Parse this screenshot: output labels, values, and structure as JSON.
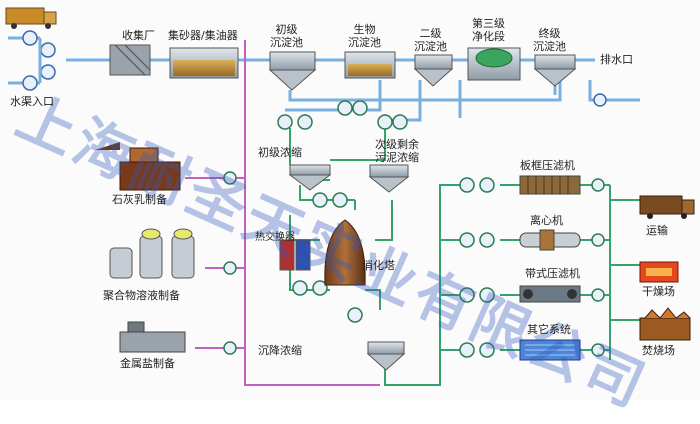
{
  "labels": {
    "water_inlet": "水渠入口",
    "collection_plant": "收集厂",
    "grit_oil": "集砂器/集油器",
    "primary_clarifier": "初级\n沉淀池",
    "bio_clarifier": "生物\n沉淀池",
    "secondary_clarifier": "二级\n沉淀池",
    "tertiary": "第三级\n净化段",
    "final_clarifier": "终级\n沉淀池",
    "outlet": "排水口",
    "primary_thickening": "初级浓缩",
    "secondary_sludge": "次级剩余\n污泥浓缩",
    "lime_prep": "石灰乳制备",
    "heat_exchanger": "热交换器",
    "digester": "消化塔",
    "polymer_prep": "聚合物溶液制备",
    "metal_salt_prep": "金属盐制备",
    "settling_thickening": "沉降浓缩",
    "plate_frame_press": "板框压滤机",
    "centrifuge": "离心机",
    "belt_press": "带式压滤机",
    "other_systems": "其它系统",
    "transport": "运输",
    "drying_yard": "干燥场",
    "incineration_yard": "焚烧场"
  },
  "watermark": "上海耐圣天实业有限公司",
  "colors": {
    "water_line": "#7ab0e0",
    "sludge_line": "#33a46e",
    "chemical_line": "#c060c0",
    "tank_body": "#a9b4bd",
    "watermark": "#3a64c0"
  }
}
